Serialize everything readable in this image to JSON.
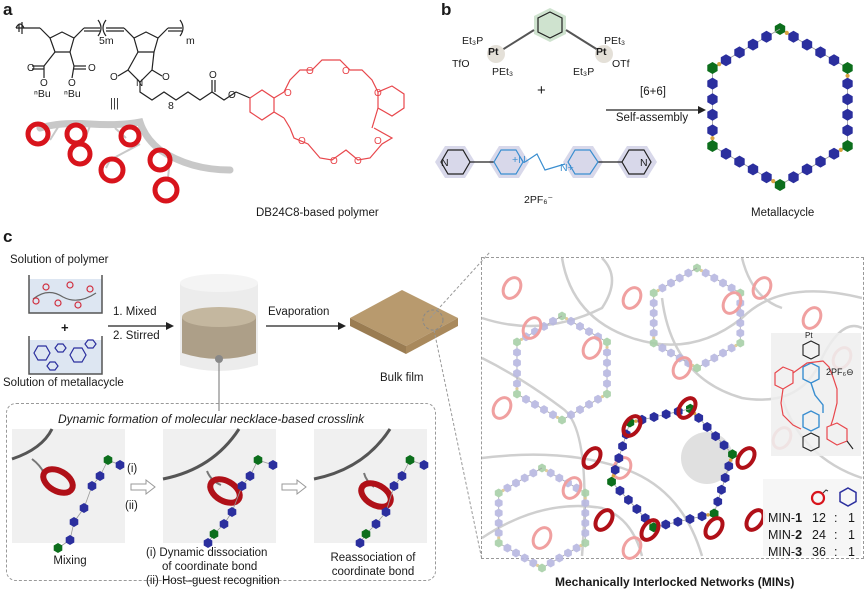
{
  "panels": {
    "a": {
      "letter": "a",
      "caption": "DB24C8-based polymer",
      "structure": {
        "repeat_5m": "5m",
        "repeat_m": "m",
        "butyl_1": "ⁿBu",
        "butyl_2": "ⁿBu",
        "chain_8": "8",
        "equiv_symbol": "|||",
        "atoms": {
          "O": "O",
          "N": "N"
        }
      },
      "colors": {
        "crown": "#e8474c",
        "backbone": "#222222",
        "ring3d": "#d8141c",
        "chain3d": "#c8c8c8"
      }
    },
    "b": {
      "letter": "b",
      "pt_left": {
        "top": "Et₃P",
        "metal": "Pt",
        "left": "TfO",
        "bottom": "PEt₃"
      },
      "pt_right": {
        "top": "PEt₃",
        "metal": "Pt",
        "right": "OTf",
        "bottom": "Et₃P"
      },
      "plus": "+",
      "reaction_top": "[6+6]",
      "reaction_bottom": "Self-assembly",
      "counterion": "2PF₆⁻",
      "bipyridinium": {
        "n_left": "N",
        "n_plus_1": "+N",
        "n_plus_2": "N+",
        "n_right": "N"
      },
      "product_caption": "Metallacycle",
      "colors": {
        "benzene_halo": "#cfe3cf",
        "pyridine_halo": "#d8d8ea",
        "viologen": "#3a8ed0",
        "hex_blue": "#2b2f9e",
        "hex_green": "#0c6e1c",
        "linker": "#d9a441"
      }
    },
    "c": {
      "letter": "c",
      "solution_polymer": "Solution of polymer",
      "solution_metallacycle": "Solution of metallacycle",
      "plus": "+",
      "step1": "1. Mixed",
      "step2": "2. Stirred",
      "evaporation": "Evaporation",
      "bulk_film": "Bulk film",
      "inset_title": "Dynamic formation of molecular necklace-based crosslink",
      "arrow_i": "(i)",
      "arrow_ii": "(ii)",
      "stages": [
        {
          "label": "Mixing"
        },
        {
          "label_lines": [
            "(i) Dynamic dissociation",
            "of coordinate bond",
            "(ii) Host–guest recognition"
          ]
        },
        {
          "label_lines": [
            "Reassociation of",
            "coordinate bond"
          ]
        }
      ],
      "network_caption": "Mechanically Interlocked Networks (MINs)",
      "network_inset": {
        "pt": "Pt",
        "counterion": "2PF₆⊖"
      },
      "ratio_table": {
        "header_icons": [
          "crown-ring-icon",
          "hexagon-icon"
        ],
        "rows": [
          {
            "name": "MIN-",
            "num": "1",
            "ring": "12",
            "sep": ":",
            "hex": "1"
          },
          {
            "name": "MIN-",
            "num": "2",
            "ring": "24",
            "sep": ":",
            "hex": "1"
          },
          {
            "name": "MIN-",
            "num": "3",
            "ring": "36",
            "sep": ":",
            "hex": "1"
          }
        ]
      },
      "colors": {
        "film": "#b89a6e",
        "liquid": "#b9ab93",
        "beaker": "#dde6f2",
        "faded_blue": "#b8b8e0",
        "faded_green": "#a8d0a8",
        "faded_red": "#f0a0a0"
      }
    }
  }
}
